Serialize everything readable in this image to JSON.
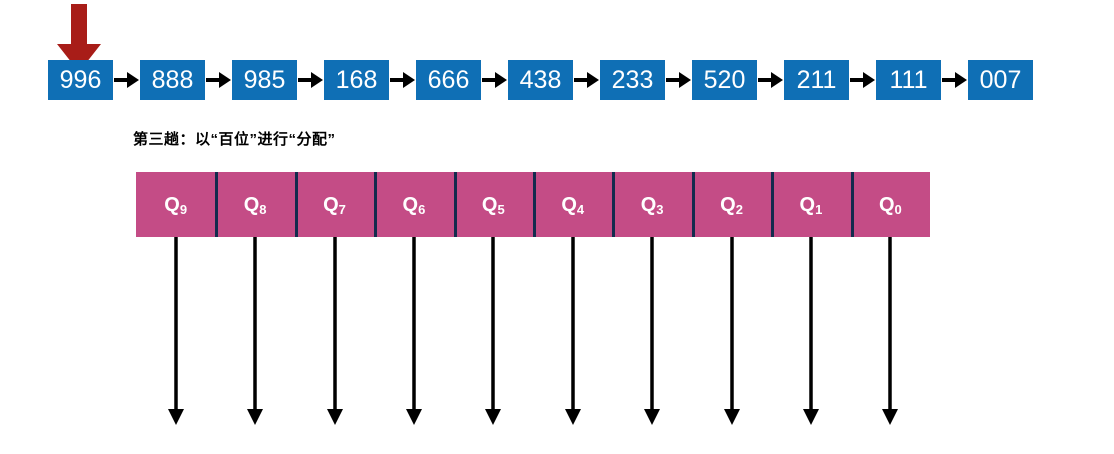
{
  "diagram": {
    "title_caption": "第三趟：以“百位”进行“分配”",
    "colors": {
      "node_fill": "#0F6FB5",
      "node_text": "#FFFFFF",
      "queue_fill": "#C44C86",
      "queue_divider": "#132A4D",
      "queue_text": "#FFFFFF",
      "pointer_arrow": "#A81D18",
      "link_arrow": "#000000",
      "down_arrow": "#000000",
      "background": "#FFFFFF"
    }
  },
  "linked_list": {
    "name": "input-sequence",
    "pointer_target_index": 0,
    "nodes": [
      {
        "value": "996"
      },
      {
        "value": "888"
      },
      {
        "value": "985"
      },
      {
        "value": "168"
      },
      {
        "value": "666"
      },
      {
        "value": "438"
      },
      {
        "value": "233"
      },
      {
        "value": "520"
      },
      {
        "value": "211"
      },
      {
        "value": "111"
      },
      {
        "value": "007"
      }
    ]
  },
  "queues": {
    "name": "distribution-queues",
    "count": 10,
    "items": [
      {
        "letter": "Q",
        "subscript": "9"
      },
      {
        "letter": "Q",
        "subscript": "8"
      },
      {
        "letter": "Q",
        "subscript": "7"
      },
      {
        "letter": "Q",
        "subscript": "6"
      },
      {
        "letter": "Q",
        "subscript": "5"
      },
      {
        "letter": "Q",
        "subscript": "4"
      },
      {
        "letter": "Q",
        "subscript": "3"
      },
      {
        "letter": "Q",
        "subscript": "2"
      },
      {
        "letter": "Q",
        "subscript": "1"
      },
      {
        "letter": "Q",
        "subscript": "0"
      }
    ]
  },
  "chart_data": {
    "type": "diagram",
    "title": "第三趟：以“百位”进行“分配”",
    "sequence": [
      "996",
      "888",
      "985",
      "168",
      "666",
      "438",
      "233",
      "520",
      "211",
      "111",
      "007"
    ],
    "buckets": [
      "Q9",
      "Q8",
      "Q7",
      "Q6",
      "Q5",
      "Q4",
      "Q3",
      "Q2",
      "Q1",
      "Q0"
    ],
    "pointer_at": "996"
  }
}
